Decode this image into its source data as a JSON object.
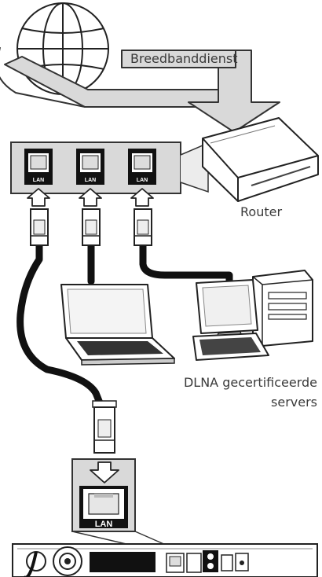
{
  "labels": {
    "broadband": "Breedbanddienst",
    "router": "Router",
    "dlna_line1": "DLNA gecertificeerde",
    "dlna_line2": "servers",
    "lan_port": "LAN",
    "lan_big": "LAN"
  },
  "diagram": {
    "nodes": [
      "Breedbanddienst",
      "Router",
      "Laptop",
      "DLNA gecertificeerde servers",
      "LAN",
      "Player"
    ],
    "edges": [
      {
        "from": "Breedbanddienst",
        "to": "Router"
      },
      {
        "from": "Router",
        "to": "LAN"
      },
      {
        "from": "Router",
        "to": "Laptop"
      },
      {
        "from": "Router",
        "to": "DLNA gecertificeerde servers"
      }
    ]
  }
}
